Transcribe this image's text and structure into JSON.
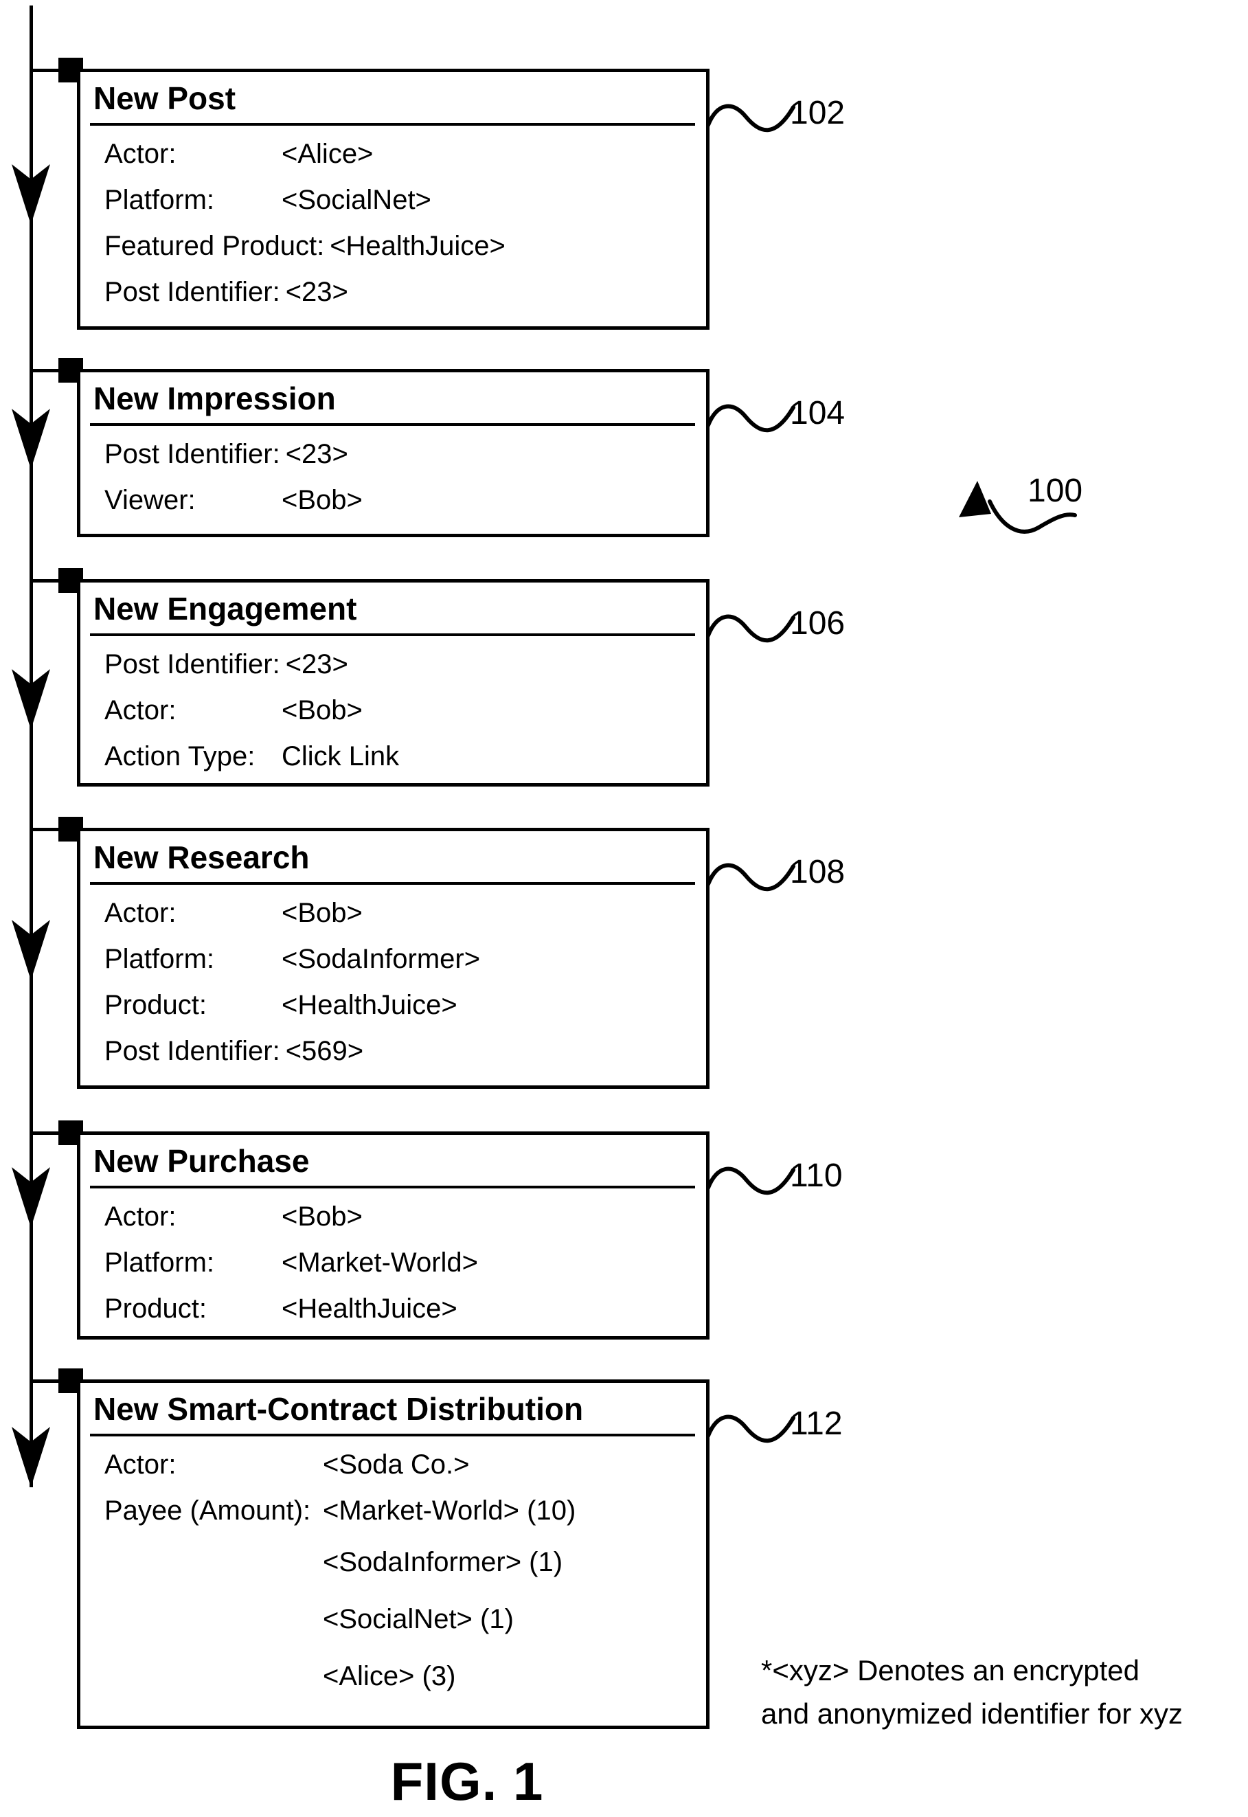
{
  "style": {
    "ink": "#000000",
    "background": "#ffffff"
  },
  "figure": {
    "caption": "FIG. 1",
    "overall_ref": "100",
    "footnote_line1": "*<xyz> Denotes an encrypted",
    "footnote_line2": "and anonymized identifier for xyz"
  },
  "events": [
    {
      "title": "New Post",
      "ref": "102",
      "rows": [
        {
          "label": "Actor:",
          "value": "<Alice>"
        },
        {
          "label": "Platform:",
          "value": "<SocialNet>"
        },
        {
          "label": "Featured Product:",
          "value": "<HealthJuice>"
        },
        {
          "label": "Post Identifier:",
          "value": "<23>"
        }
      ]
    },
    {
      "title": "New Impression",
      "ref": "104",
      "rows": [
        {
          "label": "Post Identifier:",
          "value": "<23>"
        },
        {
          "label": "Viewer:",
          "value": "<Bob>"
        }
      ]
    },
    {
      "title": "New Engagement",
      "ref": "106",
      "rows": [
        {
          "label": "Post Identifier:",
          "value": "<23>"
        },
        {
          "label": "Actor:",
          "value": "<Bob>"
        },
        {
          "label": "Action Type:",
          "value": "Click Link"
        }
      ]
    },
    {
      "title": "New Research",
      "ref": "108",
      "rows": [
        {
          "label": "Actor:",
          "value": "<Bob>"
        },
        {
          "label": "Platform:",
          "value": "<SodaInformer>"
        },
        {
          "label": "Product:",
          "value": "<HealthJuice>"
        },
        {
          "label": "Post Identifier:",
          "value": "<569>"
        }
      ]
    },
    {
      "title": "New Purchase",
      "ref": "110",
      "rows": [
        {
          "label": "Actor:",
          "value": "<Bob>"
        },
        {
          "label": "Platform:",
          "value": "<Market-World>"
        },
        {
          "label": "Product:",
          "value": "<HealthJuice>"
        }
      ]
    },
    {
      "title": "New Smart-Contract Distribution",
      "ref": "112",
      "rows": [
        {
          "label": "Actor:",
          "value": "<Soda Co.>"
        },
        {
          "label": "Payee (Amount):",
          "value": "<Market-World> (10)"
        },
        {
          "label": "",
          "value": "<SodaInformer> (1)"
        },
        {
          "label": "",
          "value": "<SocialNet> (1)"
        },
        {
          "label": "",
          "value": "<Alice> (3)"
        }
      ]
    }
  ]
}
